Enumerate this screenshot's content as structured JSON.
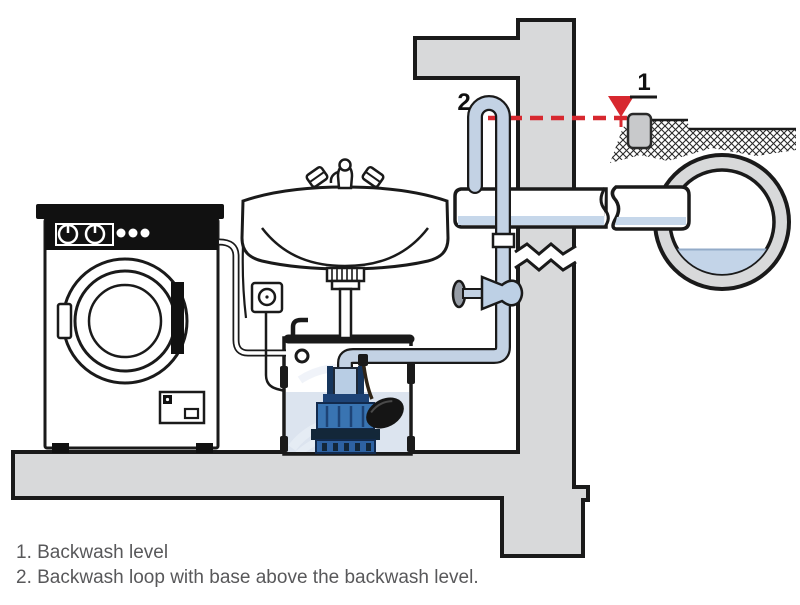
{
  "annotations": {
    "backwash_level_label": "1",
    "backwash_loop_label": "2"
  },
  "legend": {
    "line1": "1. Backwash level",
    "line2": "2. Backwash loop with base above the backwash level."
  },
  "colors": {
    "backwash_level_red": "#d7282f",
    "masonry_gray": "#d8d9da",
    "pipe_blue": "#c3d2e4",
    "pipe_water_blue": "#c6d7ea",
    "sewer_water_blue": "#c3d4e8",
    "tank_water_blue": "#dce4ef",
    "pump_blue": "#3974b2",
    "pump_dark_blue": "#16355c",
    "outline_black": "#1a1a1a",
    "legend_text_gray": "#58585a"
  }
}
